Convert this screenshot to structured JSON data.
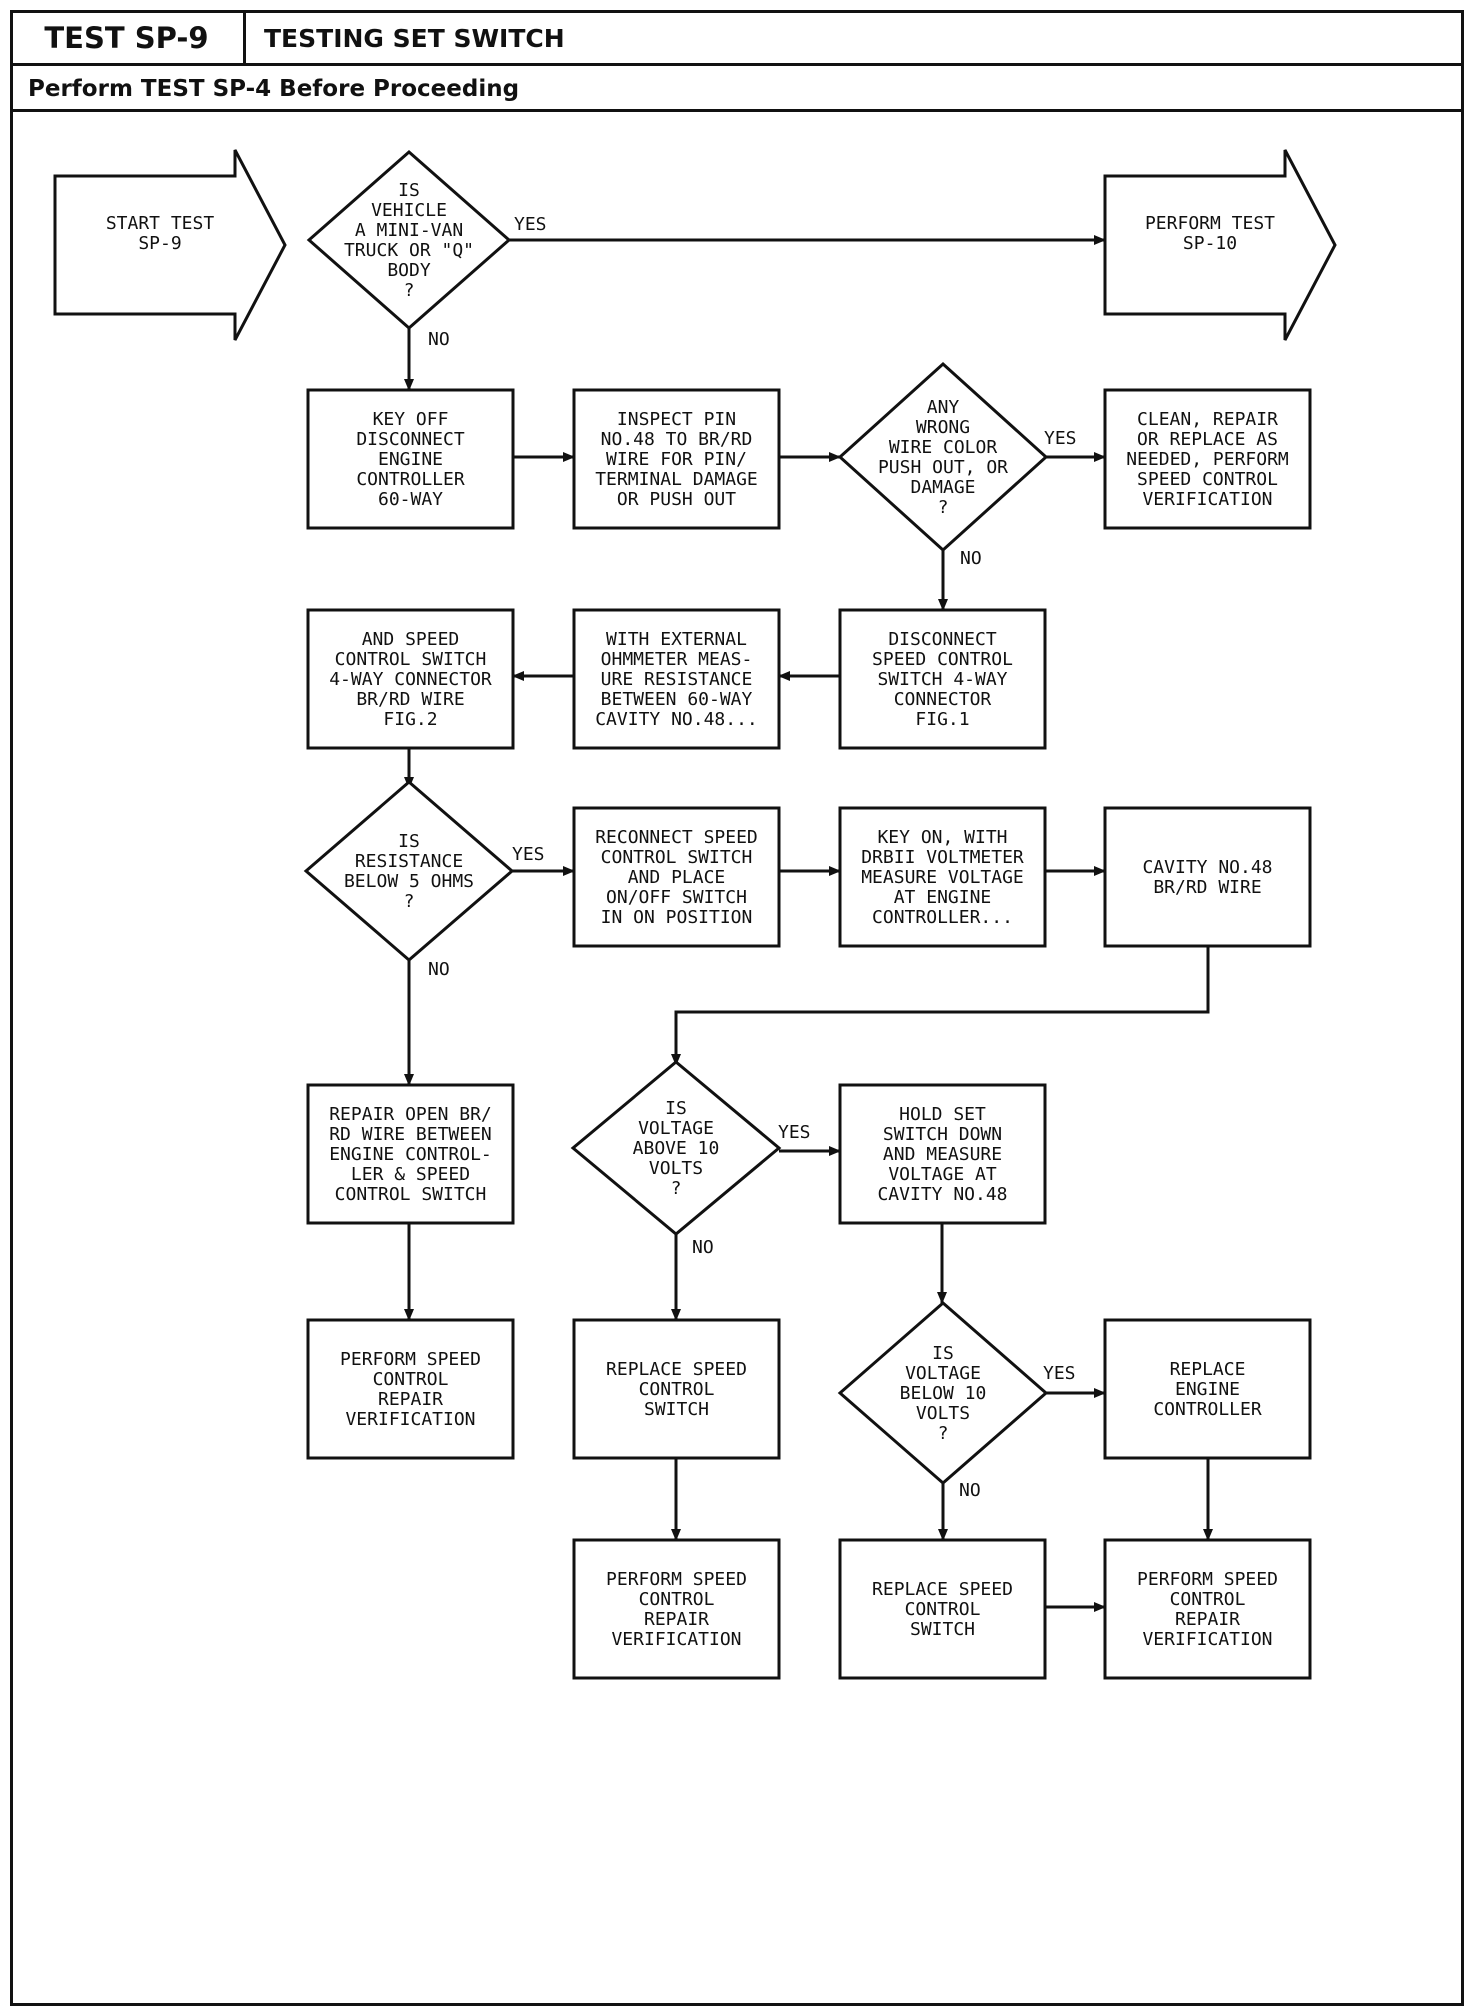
{
  "header": {
    "test_id": "TEST SP-9",
    "title": "TESTING SET SWITCH",
    "prerequisite": "Perform TEST SP-4 Before Proceeding"
  },
  "nodes": {
    "start": [
      "START TEST",
      "SP-9"
    ],
    "d_vehicle": [
      "IS",
      "VEHICLE",
      "A MINI-VAN",
      "TRUCK OR \"Q\"",
      "BODY",
      "?"
    ],
    "perform_sp10": [
      "PERFORM TEST",
      "SP-10"
    ],
    "key_off": [
      "KEY OFF",
      "DISCONNECT",
      "ENGINE",
      "CONTROLLER",
      "60-WAY"
    ],
    "inspect_pin": [
      "INSPECT PIN",
      "NO.48 TO BR/RD",
      "WIRE FOR PIN/",
      "TERMINAL DAMAGE",
      "OR PUSH OUT"
    ],
    "d_wrong_wire": [
      "ANY",
      "WRONG",
      "WIRE COLOR",
      "PUSH OUT, OR",
      "DAMAGE",
      "?"
    ],
    "clean_repair": [
      "CLEAN, REPAIR",
      "OR REPLACE AS",
      "NEEDED, PERFORM",
      "SPEED CONTROL",
      "VERIFICATION"
    ],
    "disconnect_switch": [
      "DISCONNECT",
      "SPEED CONTROL",
      "SWITCH 4-WAY",
      "CONNECTOR",
      "FIG.1"
    ],
    "ohmmeter": [
      "WITH EXTERNAL",
      "OHMMETER MEAS-",
      "URE RESISTANCE",
      "BETWEEN 60-WAY",
      "CAVITY NO.48..."
    ],
    "and_speed": [
      "AND SPEED",
      "CONTROL SWITCH",
      "4-WAY CONNECTOR",
      "BR/RD WIRE",
      "FIG.2"
    ],
    "d_resistance": [
      "IS",
      "RESISTANCE",
      "BELOW 5 OHMS",
      "?"
    ],
    "reconnect": [
      "RECONNECT SPEED",
      "CONTROL SWITCH",
      "AND PLACE",
      "ON/OFF SWITCH",
      "IN ON POSITION"
    ],
    "key_on": [
      "KEY ON, WITH",
      "DRBII VOLTMETER",
      "MEASURE VOLTAGE",
      "AT ENGINE",
      "CONTROLLER..."
    ],
    "cavity48": [
      "CAVITY NO.48",
      "BR/RD WIRE"
    ],
    "repair_open": [
      "REPAIR OPEN BR/",
      "RD WIRE BETWEEN",
      "ENGINE CONTROL-",
      "LER & SPEED",
      "CONTROL SWITCH"
    ],
    "d_above10": [
      "IS",
      "VOLTAGE",
      "ABOVE 10",
      "VOLTS",
      "?"
    ],
    "hold_set": [
      "HOLD SET",
      "SWITCH DOWN",
      "AND MEASURE",
      "VOLTAGE AT",
      "CAVITY NO.48"
    ],
    "perform_verif_1": [
      "PERFORM SPEED",
      "CONTROL",
      "REPAIR",
      "VERIFICATION"
    ],
    "replace_switch_1": [
      "REPLACE SPEED",
      "CONTROL",
      "SWITCH"
    ],
    "d_below10": [
      "IS",
      "VOLTAGE",
      "BELOW 10",
      "VOLTS",
      "?"
    ],
    "replace_engine": [
      "REPLACE",
      "ENGINE",
      "CONTROLLER"
    ],
    "perform_verif_2": [
      "PERFORM SPEED",
      "CONTROL",
      "REPAIR",
      "VERIFICATION"
    ],
    "replace_switch_2": [
      "REPLACE SPEED",
      "CONTROL",
      "SWITCH"
    ],
    "perform_verif_3": [
      "PERFORM SPEED",
      "CONTROL",
      "REPAIR",
      "VERIFICATION"
    ]
  },
  "labels": {
    "yes": "YES",
    "no": "NO"
  }
}
